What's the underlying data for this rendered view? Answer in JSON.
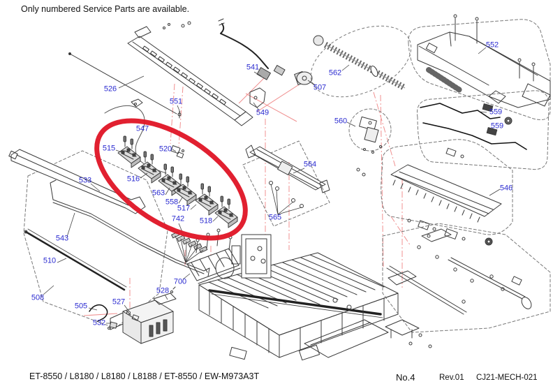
{
  "note": "Only numbered Service Parts are available.",
  "footer": {
    "models": "ET-8550 / L8180 / L8180 / L8188 / ET-8550 / EW-M973A3T",
    "sheet_no": "No.4",
    "revision": "Rev.01",
    "doc_code": "CJ21-MECH-021"
  },
  "colors": {
    "label_blue": "#2b2bd0",
    "highlight_red": "#e01525",
    "leader_pink": "#f09090",
    "line_dark": "#3a3a3a"
  },
  "highlight": {
    "type": "freehand-red-oval",
    "purpose": "marks circled damper / holder assemblies",
    "circled_labels": [
      "515",
      "516",
      "563",
      "558",
      "517",
      "518"
    ]
  },
  "parts": [
    {
      "label": "526"
    },
    {
      "label": "551"
    },
    {
      "label": "541"
    },
    {
      "label": "549"
    },
    {
      "label": "507"
    },
    {
      "label": "562"
    },
    {
      "label": "560"
    },
    {
      "label": "552"
    },
    {
      "label": "559"
    },
    {
      "label": "559"
    },
    {
      "label": "546"
    },
    {
      "label": "564"
    },
    {
      "label": "565"
    },
    {
      "label": "547"
    },
    {
      "label": "520"
    },
    {
      "label": "515",
      "circled": true
    },
    {
      "label": "516",
      "circled": true
    },
    {
      "label": "563",
      "circled": true
    },
    {
      "label": "558",
      "circled": true
    },
    {
      "label": "517",
      "circled": true
    },
    {
      "label": "518",
      "circled": true
    },
    {
      "label": "742"
    },
    {
      "label": "700"
    },
    {
      "label": "528"
    },
    {
      "label": "527"
    },
    {
      "label": "505"
    },
    {
      "label": "532"
    },
    {
      "label": "508"
    },
    {
      "label": "510"
    },
    {
      "label": "543"
    },
    {
      "label": "533"
    }
  ]
}
